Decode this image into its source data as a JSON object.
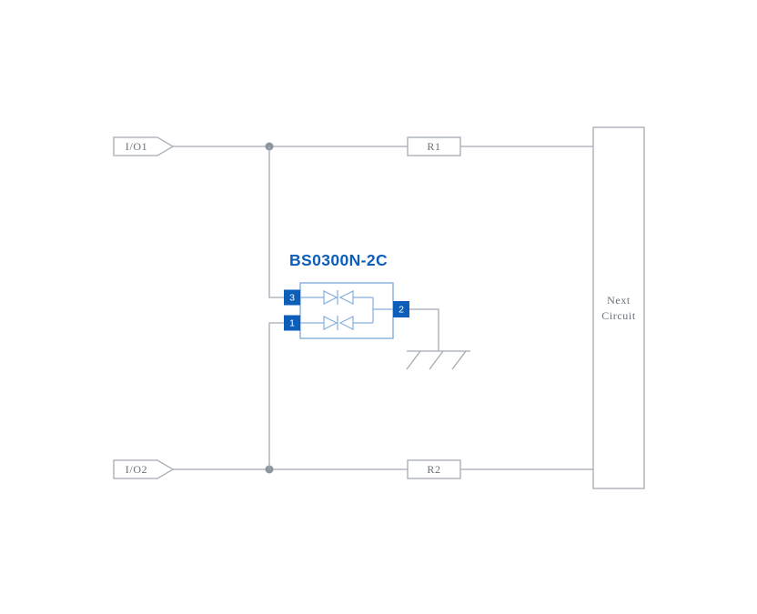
{
  "diagram": {
    "component_title": "BS0300N-2C",
    "io1_label": "I/O1",
    "io2_label": "I/O2",
    "r1_label": "R1",
    "r2_label": "R2",
    "next_circuit_line1": "Next",
    "next_circuit_line2": "Circuit",
    "pin3_label": "3",
    "pin1_label": "1",
    "pin2_label": "2",
    "colors": {
      "wire": "#a3abb3",
      "label_text": "#68727b",
      "accent": "#0d5eb8",
      "component_border": "#86aedd"
    }
  }
}
